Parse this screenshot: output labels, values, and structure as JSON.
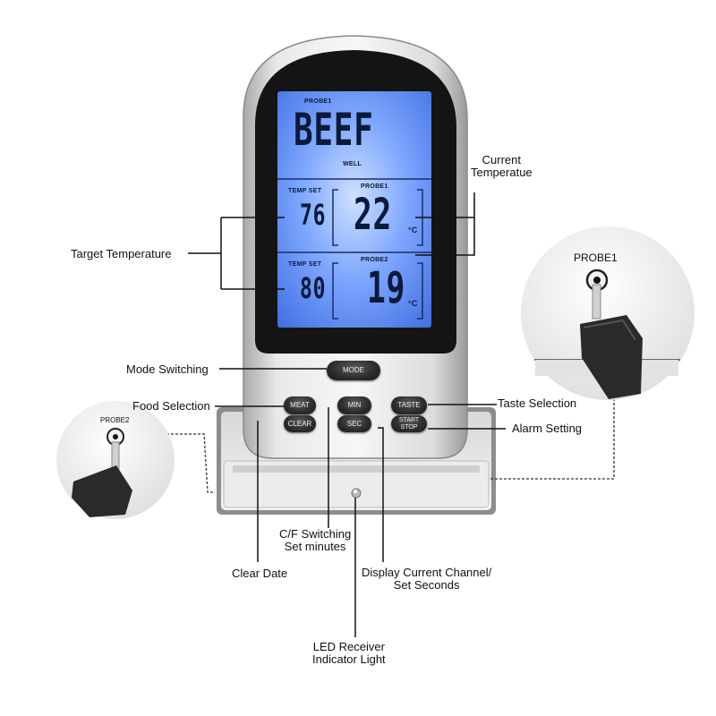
{
  "display": {
    "probe_header": "PROBE1",
    "food": "BEEF",
    "taste": "WELL",
    "channels": [
      {
        "temp_set_label": "TEMP SET",
        "target": "76",
        "probe_label": "PROBE1",
        "current": "22",
        "unit": "°C"
      },
      {
        "temp_set_label": "TEMP SET",
        "target": "80",
        "probe_label": "PROBE2",
        "current": "19",
        "unit": "°C"
      }
    ]
  },
  "buttons": {
    "mode": "MODE",
    "meat": "MEAT",
    "clear": "CLEAR",
    "min": "MIN",
    "sec": "SEC",
    "taste": "TASTE",
    "start_stop": "START STOP"
  },
  "callouts": {
    "current_temperature": "Current\nTemperatue",
    "target_temperature": "Target Temperature",
    "mode_switching": "Mode Switching",
    "food_selection": "Food Selection",
    "taste_selection": "Taste Selection",
    "alarm_setting": "Alarm Setting",
    "cf_switching": "C/F Switching\nSet minutes",
    "clear_date": "Clear Date",
    "display_channel": "Display Current Channel/\nSet Seconds",
    "led_receiver": "LED Receiver\nIndicator Light"
  },
  "probe_insets": {
    "probe1": "PROBE1",
    "probe2": "PROBE2"
  },
  "colors": {
    "lcd_glow": "#6f9bff",
    "lcd_dark_text": "#0c1a3a",
    "body_silver": "#d9d9d9",
    "button_dark": "#2b2b2b"
  }
}
